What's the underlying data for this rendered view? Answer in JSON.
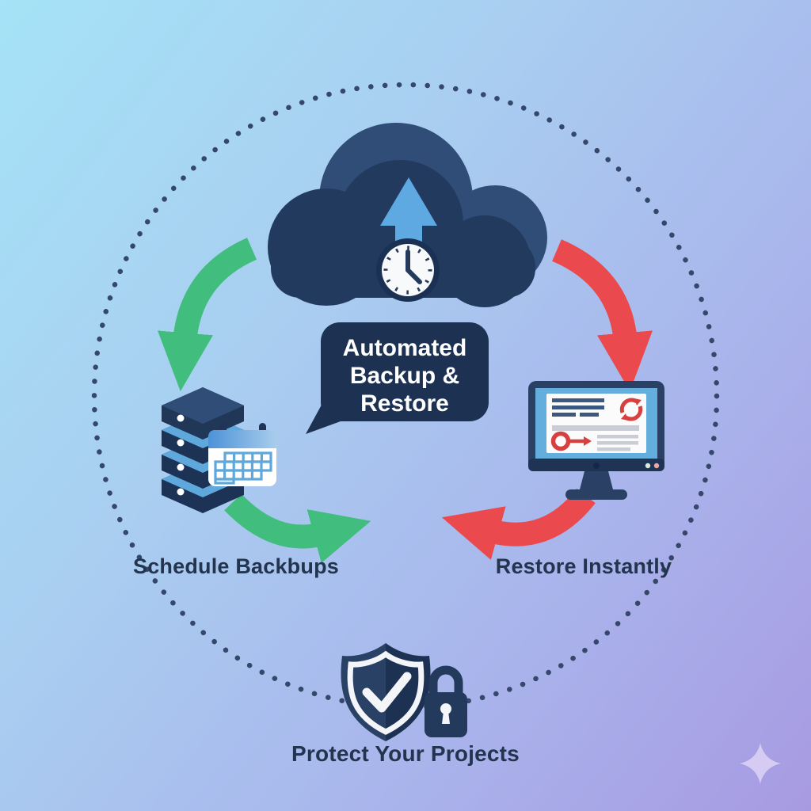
{
  "scene": {
    "description": "Automated backup and restore cycle illustration",
    "background": {
      "top_left": "#a5e3f7",
      "middle": "#a9c6ee",
      "bottom_right": "#a89ae2"
    }
  },
  "bubble": {
    "lines": [
      "Automated",
      "Backup &",
      "Restore"
    ],
    "bg": "#1d3252",
    "text_color": "#ffffff"
  },
  "labels": {
    "schedule": "Schedule Backbups",
    "restore": "Restore Instantly",
    "protect": "Protect Your Projects",
    "text_color": "#23344e"
  },
  "colors": {
    "green_arrow": "#41bd7e",
    "red_arrow": "#ea4a4e",
    "navy_dark": "#223a5e",
    "navy_light": "#2f4d77",
    "light_blue": "#5ea9e1",
    "dot": "#35476a",
    "sparkle": "#d6cbf3",
    "white": "#f7f9fb"
  },
  "icons": {
    "cloud": "cloud-upload-clock-icon",
    "servers": "server-stack-calendar-icon",
    "monitor": "restore-monitor-icon",
    "shield": "shield-check-icon",
    "lock": "padlock-icon",
    "sparkle": "sparkle-icon"
  }
}
